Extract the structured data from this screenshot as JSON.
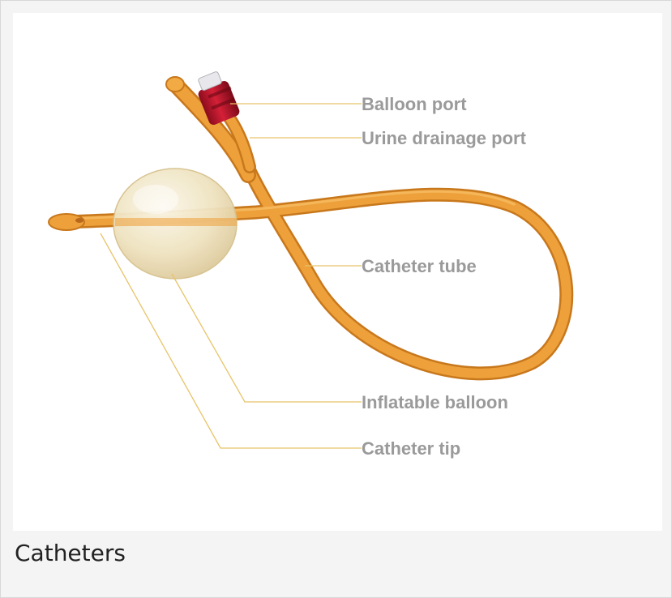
{
  "figure": {
    "labels": {
      "balloon_port": "Balloon port",
      "urine_drainage_port": "Urine drainage port",
      "catheter_tube": "Catheter tube",
      "inflatable_balloon": "Inflatable balloon",
      "catheter_tip": "Catheter tip"
    },
    "colors": {
      "tube": "#e89a2e",
      "tube_shadow": "#c8781c",
      "balloon": "#f3ead0",
      "valve": "#b8142a",
      "leader": "#e8c46a",
      "label": "#9a9a9a"
    }
  },
  "caption": "Catheters"
}
